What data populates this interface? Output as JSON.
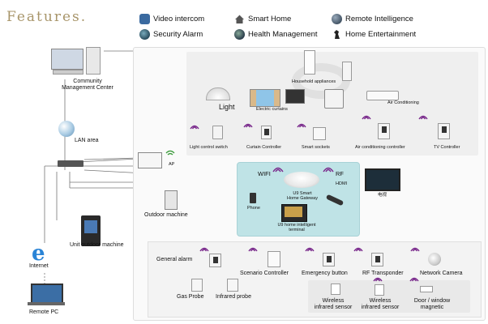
{
  "title": "Features.",
  "features": [
    {
      "label": "Video intercom",
      "icon": "video-intercom-icon"
    },
    {
      "label": "Smart Home",
      "icon": "smart-home-icon"
    },
    {
      "label": "Remote Intelligence",
      "icon": "globe-icon"
    },
    {
      "label": "Security Alarm",
      "icon": "security-alarm-icon"
    },
    {
      "label": "Health Management",
      "icon": "health-icon"
    },
    {
      "label": "Home Entertainment",
      "icon": "entertainment-icon"
    }
  ],
  "left": {
    "community_center": "Community\nManagement Center",
    "lan_area": "LAN area",
    "ap": "AP",
    "outdoor_machine": "Outdoor machine",
    "unit_outdoor_machine": "Unit outdoor machine",
    "internet": "Internet",
    "remote_pc": "Remote PC"
  },
  "home": {
    "household_appliances": "Household appliances",
    "light": "Light",
    "electric_curtains": "Electric curtains",
    "air_conditioning": "Air Conditioning",
    "light_control_switch": "Light control switch",
    "curtain_controller": "Curtain Controller",
    "smart_sockets": "Smart sockets",
    "ac_controller": "Air conditioning controller",
    "tv_controller": "TV Controller",
    "tv": "电视"
  },
  "gateway": {
    "wifi": "WIFI",
    "rf": "RF",
    "hdmi": "HDMI",
    "gateway_label": "U9 Smart\nHome Gateway",
    "phone": "Phone",
    "terminal": "U9 home intelligent\nterminal"
  },
  "alarm": {
    "general_alarm": "General alarm",
    "scenario_controller": "Scenario Controller",
    "emergency_button": "Emergency button",
    "rf_transponder": "RF Transponder",
    "network_camera": "Network Camera",
    "gas_probe": "Gas Probe",
    "infrared_probe": "Infrared probe",
    "wireless_ir_sensor_1": "Wireless\ninfrared sensor",
    "wireless_ir_sensor_2": "Wireless\ninfrared sensor",
    "door_window_magnetic": "Door / window\nmagnetic"
  },
  "colors": {
    "teal_panel": "#bfe3e6",
    "wifi_purple": "#7a2a8c",
    "title_gold": "#a8956a"
  }
}
